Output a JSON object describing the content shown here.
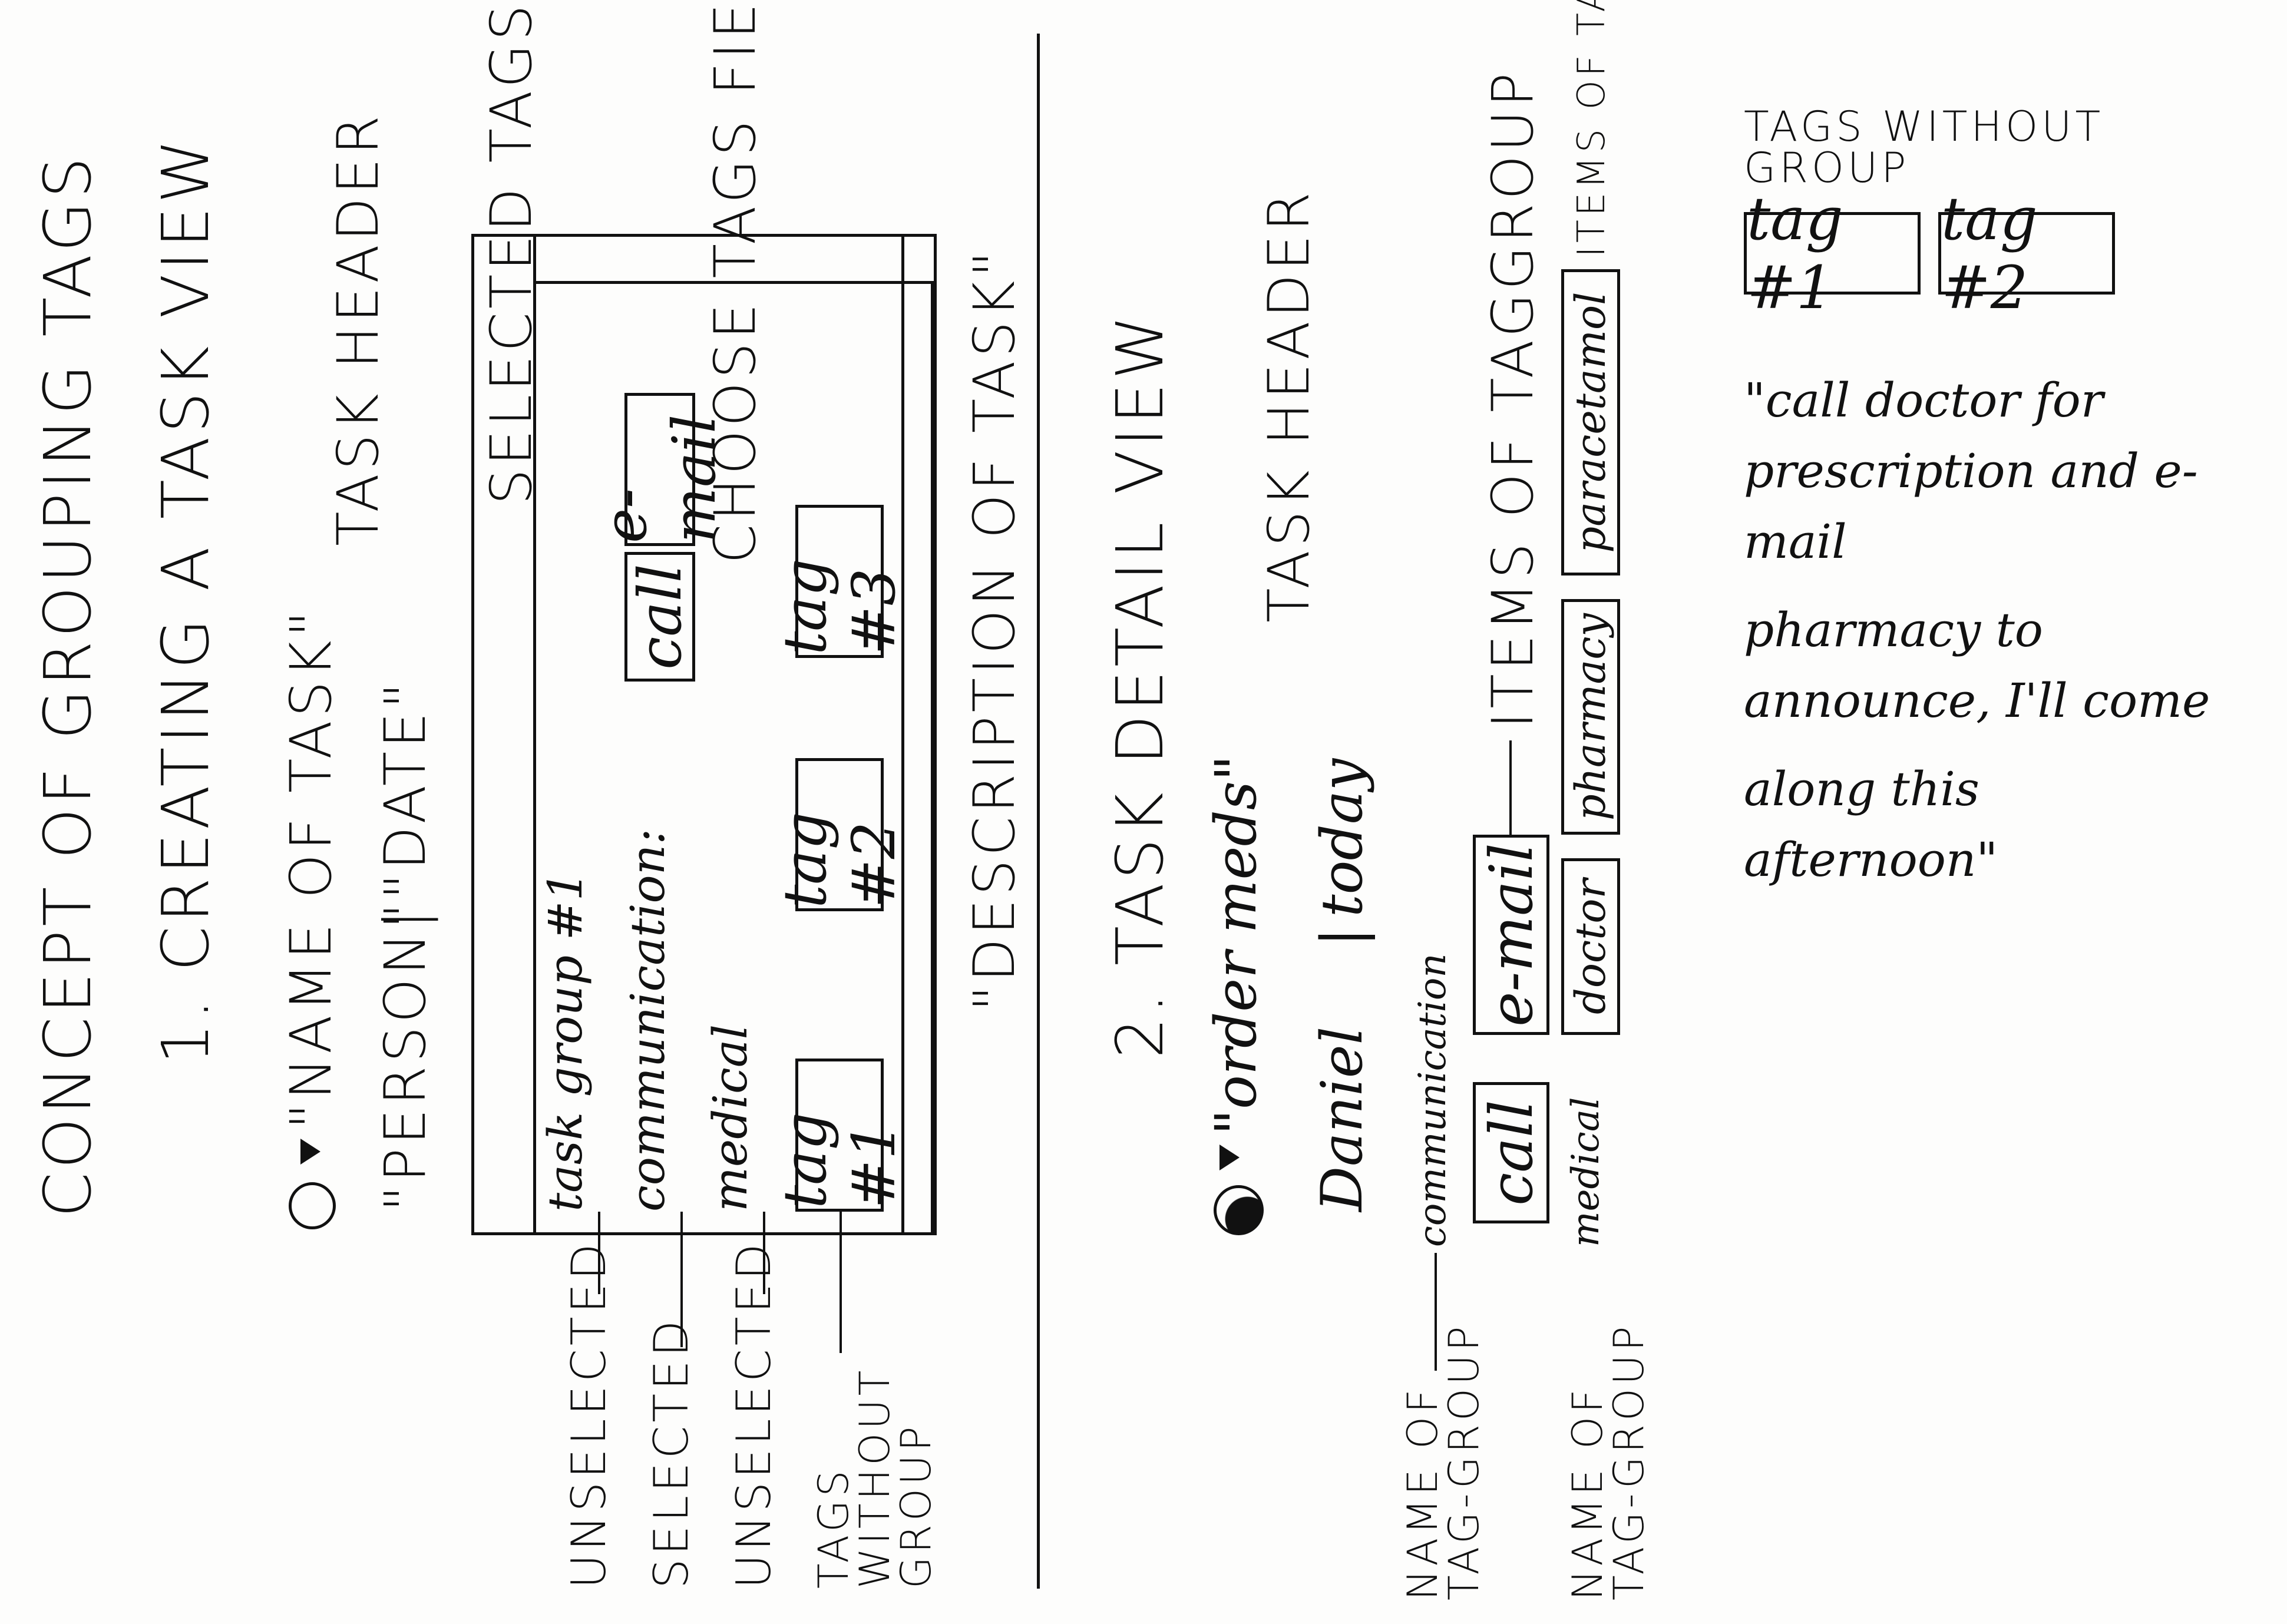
{
  "title": "CONCEPT OF GROUPING TAGS",
  "section1": {
    "heading": "1. CREATING A TASK VIEW",
    "task_name": "\"NAME OF TASK\"",
    "person": "\"PERSON\"",
    "date_sep": "|",
    "date": "\"DATE\"",
    "label_task_header": "TASK HEADER",
    "label_selected_tags_field": "SELECTED TAGS FIELD",
    "label_choose_tags_field": "CHOOSE TAGS FIELD",
    "selected_tags": [
      "call",
      "e-mail"
    ],
    "rows": [
      {
        "group": "task group #1",
        "state": "UNSELECTED"
      },
      {
        "group": "communication:",
        "state": "SELECTED"
      },
      {
        "group": "medical",
        "state": "UNSELECTED"
      }
    ],
    "ungrouped_label": "TAGS WITHOUT GROUP",
    "ungrouped_tags": [
      "tag #1",
      "tag #2",
      "tag #3"
    ],
    "description": "\"DESCRIPTION OF TASK\""
  },
  "section2": {
    "heading": "2. TASK DETAIL VIEW",
    "task_name": "\"order meds\"",
    "person": "Daniel",
    "date_sep": "|",
    "date": "today",
    "label_task_header": "TASK HEADER",
    "group1": {
      "label": "NAME OF TAG-GROUP",
      "name": "communication",
      "tags": [
        "call",
        "e-mail"
      ],
      "items_label": "ITEMS OF TAGGROUP"
    },
    "group2": {
      "label": "NAME OF TAG-GROUP",
      "name": "medical",
      "tags": [
        "doctor",
        "pharmacy",
        "paracetamol"
      ],
      "items_label": "ITEMS OF TAGGROUP"
    },
    "ungrouped_label": "TAGS WITHOUT GROUP",
    "ungrouped_tags": [
      "tag #1",
      "tag #2"
    ],
    "description_lines": [
      "\"call doctor for prescription and e-mail",
      "pharmacy to announce, I'll come",
      "along this afternoon\""
    ]
  }
}
